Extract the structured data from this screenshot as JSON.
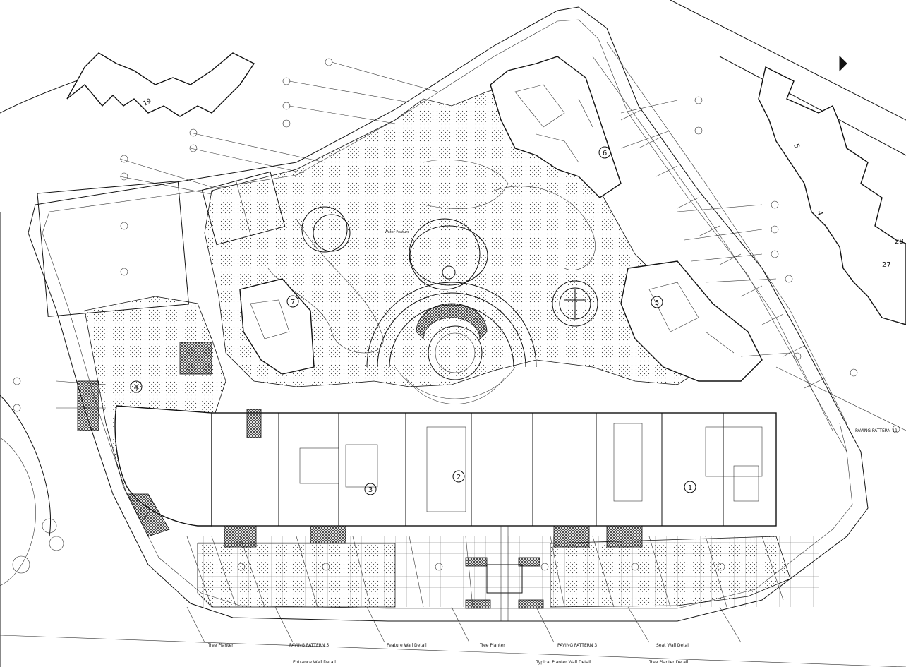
{
  "markers": [
    "1",
    "2",
    "3",
    "4",
    "5",
    "6",
    "7"
  ],
  "labels": {
    "paving_pattern_11": "PAVING PATTERN 11",
    "paving_pattern_5": "PAVING PATTERN 5",
    "paving_pattern_3": "PAVING PATTERN 3",
    "tree_planter_1": "Tree Planter",
    "tree_planter_2": "Tree Planter",
    "feature_wall_detail": "Feature Wall Detail",
    "water_feature": "Water Feature",
    "entrance_wall_detail": "Entrance Wall Detail",
    "typical_planter_wall_detail": "Typical Planter Wall Detail",
    "seat_wall_detail": "Seat Wall Detail",
    "tree_planter_detail": "Tree Planter Detail"
  },
  "street_numbers": [
    "27",
    "28",
    "5",
    "4",
    "19"
  ]
}
